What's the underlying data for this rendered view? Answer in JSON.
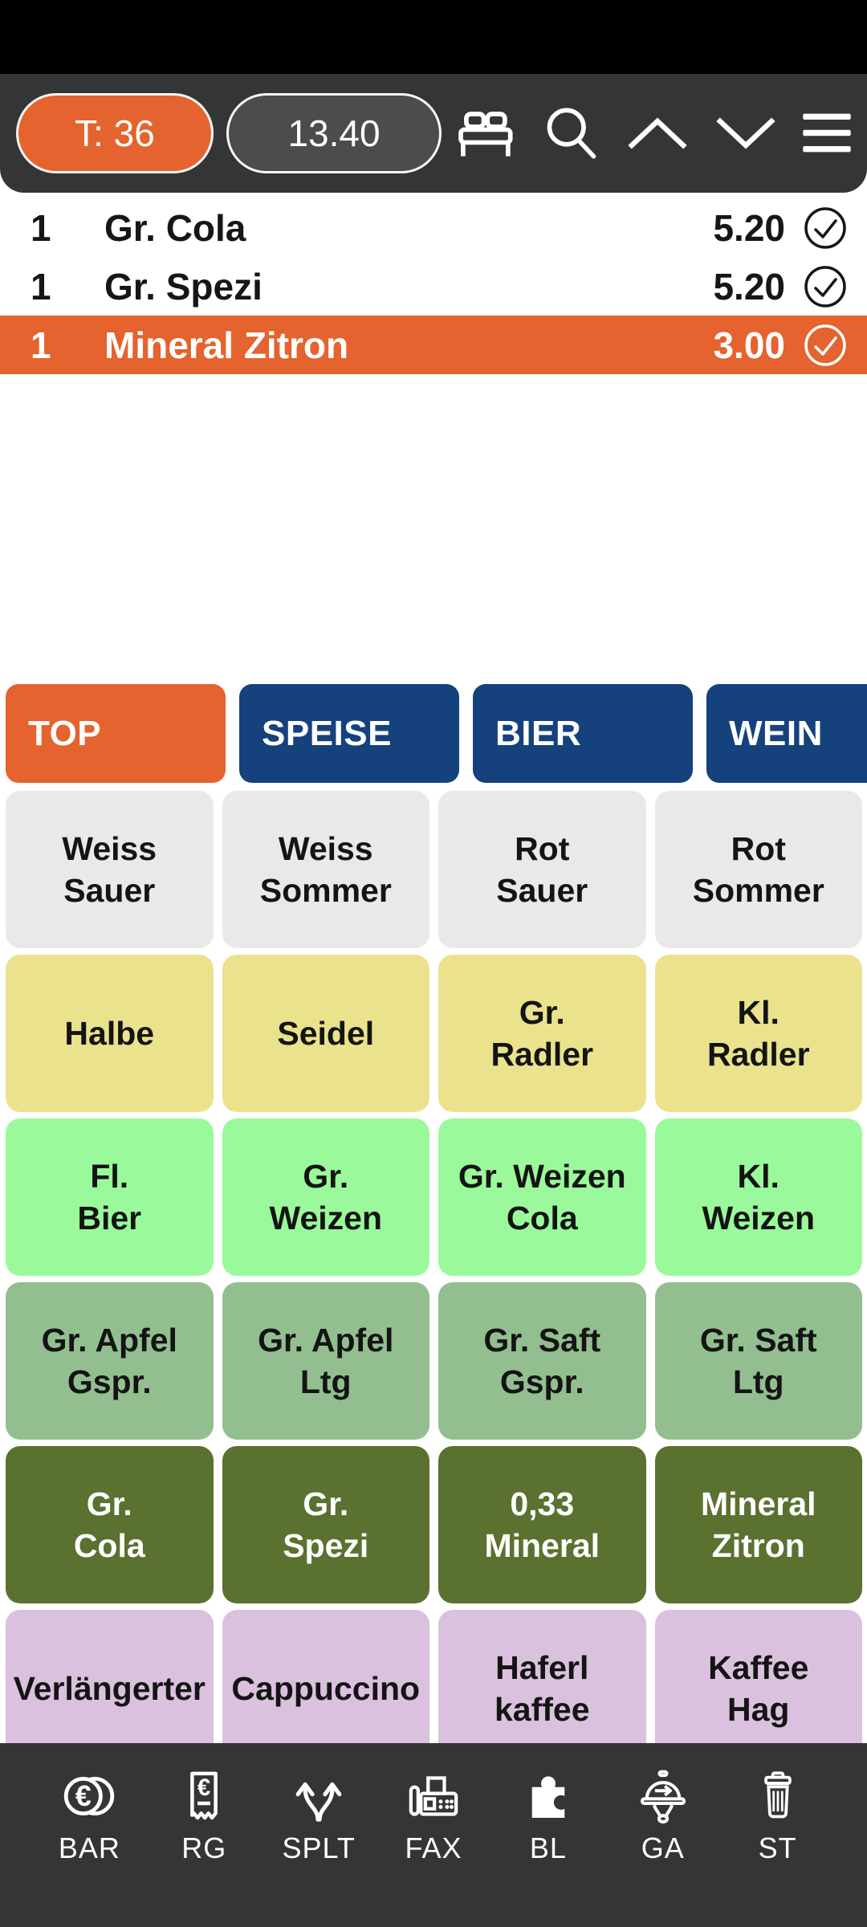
{
  "header": {
    "table_badge": "T: 36",
    "amount_badge": "13.40",
    "icons": [
      "bed-icon",
      "search-icon",
      "chevron-up-icon",
      "chevron-down-icon",
      "menu-icon"
    ]
  },
  "order": {
    "items": [
      {
        "qty": "1",
        "name": "Gr. Cola",
        "price": "5.20",
        "selected": false
      },
      {
        "qty": "1",
        "name": "Gr. Spezi",
        "price": "5.20",
        "selected": false
      },
      {
        "qty": "1",
        "name": "Mineral Zitron",
        "price": "3.00",
        "selected": true
      }
    ]
  },
  "tabs": [
    {
      "label": "TOP",
      "active": true
    },
    {
      "label": "SPEISE",
      "active": false
    },
    {
      "label": "BIER",
      "active": false
    },
    {
      "label": "WEIN",
      "active": false
    }
  ],
  "grid": {
    "rows": [
      {
        "color": "#E9E9E9",
        "items": [
          "Weiss\nSauer",
          "Weiss\nSommer",
          "Rot\nSauer",
          "Rot\nSommer"
        ]
      },
      {
        "color": "#EAE28D",
        "items": [
          "Halbe",
          "Seidel",
          "Gr.\nRadler",
          "Kl.\nRadler"
        ]
      },
      {
        "color": "#9AFA9B",
        "items": [
          "Fl.\nBier",
          "Gr.\nWeizen",
          "Gr. Weizen\nCola",
          "Kl.\nWeizen"
        ]
      },
      {
        "color": "#93BF90",
        "items": [
          "Gr. Apfel\nGspr.",
          "Gr. Apfel\nLtg",
          "Gr. Saft\nGspr.",
          "Gr. Saft\nLtg"
        ]
      },
      {
        "color": "#5B7130",
        "items": [
          "Gr.\nCola",
          "Gr.\nSpezi",
          "0,33\nMineral",
          "Mineral\nZitron"
        ]
      },
      {
        "color": "#DAC1DD",
        "items": [
          "Verlängerter",
          "Cappuccino",
          "Haferl\nkaffee",
          "Kaffee\nHag"
        ]
      }
    ]
  },
  "toolbar": {
    "items": [
      {
        "label": "BAR",
        "icon": "euro-coin-icon"
      },
      {
        "label": "RG",
        "icon": "receipt-icon"
      },
      {
        "label": "SPLT",
        "icon": "split-arrows-icon"
      },
      {
        "label": "FAX",
        "icon": "fax-icon"
      },
      {
        "label": "BL",
        "icon": "puzzle-icon"
      },
      {
        "label": "GA",
        "icon": "cloche-icon"
      },
      {
        "label": "ST",
        "icon": "trash-icon"
      }
    ]
  },
  "colors": {
    "accent_orange": "#E4632E",
    "tab_navy": "#15417D",
    "header_dark": "#333537",
    "status_black": "#000000",
    "pill_gray": "#4A4C4E",
    "row_gray": "#E9E9E9",
    "row_yellow": "#EAE28D",
    "row_light_green": "#9AFA9B",
    "row_sage": "#93BF90",
    "row_olive": "#5B7130",
    "row_lavender": "#DAC1DD"
  }
}
